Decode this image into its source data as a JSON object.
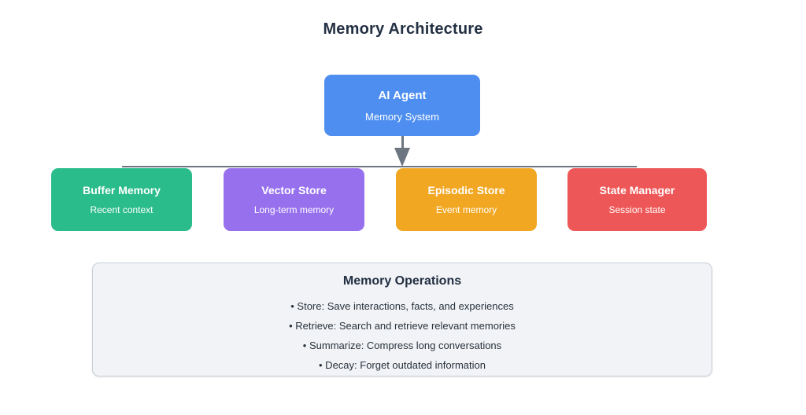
{
  "title": "Memory Architecture",
  "colors": {
    "agent": "#4D8EF0",
    "connector": "#6D7580",
    "heading": "#233043",
    "panel_background": "#F1F3F6",
    "panel_border": "#C9CFD8"
  },
  "agent": {
    "title": "AI Agent",
    "subtitle": "Memory System",
    "color": "#4D8EF0"
  },
  "branches": [
    {
      "title": "Buffer Memory",
      "subtitle": "Recent context",
      "color": "#2ABC8A"
    },
    {
      "title": "Vector Store",
      "subtitle": "Long-term memory",
      "color": "#9770EE"
    },
    {
      "title": "Episodic Store",
      "subtitle": "Event memory",
      "color": "#F2A722"
    },
    {
      "title": "State Manager",
      "subtitle": "Session state",
      "color": "#EE5757"
    }
  ],
  "operations": {
    "title": "Memory Operations",
    "items": [
      "• Store: Save interactions, facts, and experiences",
      "• Retrieve: Search and retrieve relevant memories",
      "• Summarize: Compress long conversations",
      "• Decay: Forget outdated information"
    ]
  }
}
